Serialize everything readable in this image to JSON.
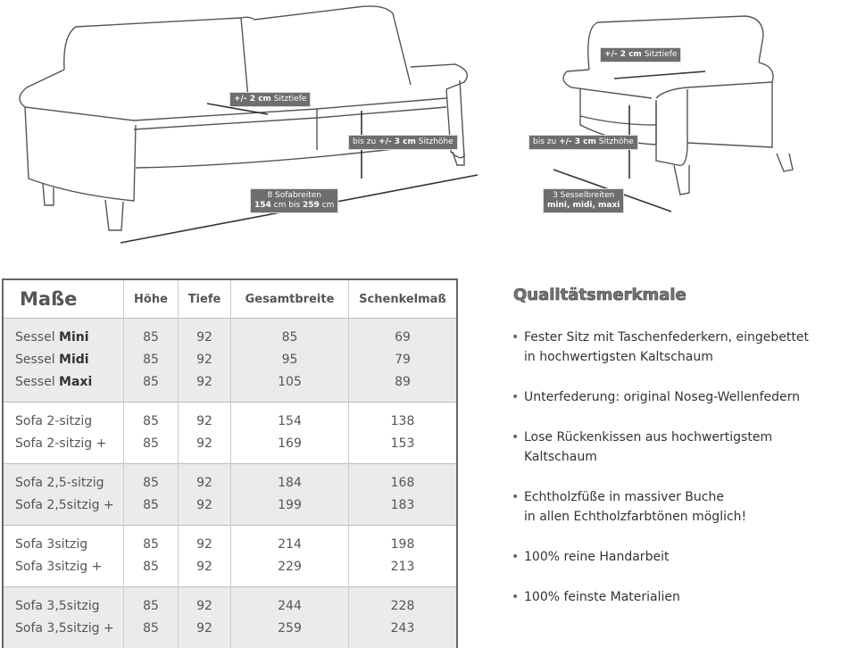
{
  "labels": {
    "sofa_depth": {
      "bold": "+/- 2 cm",
      "text": "Sitztiefe"
    },
    "sofa_height": {
      "pre": "bis zu",
      "bold": "+/- 3 cm",
      "text": "Sitzhöhe"
    },
    "sofa_widths": {
      "line1": "8 Sofabreiten",
      "bold1": "154",
      "mid": "cm bis",
      "bold2": "259",
      "end": "cm"
    },
    "chair_depth": {
      "bold": "+/- 2 cm",
      "text": "Sitztiefe"
    },
    "chair_height": {
      "pre": "bis zu",
      "bold": "+/- 3 cm",
      "text": "Sitzhöhe"
    },
    "chair_widths": {
      "line1": "3 Sesselbreiten",
      "line2": "mini, midi, maxi"
    }
  },
  "table": {
    "headers": [
      "Maße",
      "Höhe",
      "Tiefe",
      "Gesamtbreite",
      "Schenkelmaß"
    ],
    "groups": [
      {
        "rows": [
          [
            "Sessel",
            "Mini",
            "85",
            "92",
            "85",
            "69"
          ],
          [
            "Sessel",
            "Midi",
            "85",
            "92",
            "95",
            "79"
          ],
          [
            "Sessel",
            "Maxi",
            "85",
            "92",
            "105",
            "89"
          ]
        ]
      },
      {
        "rows": [
          [
            "Sofa 2-sitzig",
            "",
            "85",
            "92",
            "154",
            "138"
          ],
          [
            "Sofa 2-sitzig +",
            "",
            "85",
            "92",
            "169",
            "153"
          ]
        ]
      },
      {
        "rows": [
          [
            "Sofa 2,5-sitzig",
            "",
            "85",
            "92",
            "184",
            "168"
          ],
          [
            "Sofa 2,5sitzig +",
            "",
            "85",
            "92",
            "199",
            "183"
          ]
        ]
      },
      {
        "rows": [
          [
            "Sofa 3sitzig",
            "",
            "85",
            "92",
            "214",
            "198"
          ],
          [
            "Sofa 3sitzig +",
            "",
            "85",
            "92",
            "229",
            "213"
          ]
        ]
      },
      {
        "rows": [
          [
            "Sofa 3,5sitzig",
            "",
            "85",
            "92",
            "244",
            "228"
          ],
          [
            "Sofa 3,5sitzig +",
            "",
            "85",
            "92",
            "259",
            "243"
          ]
        ]
      }
    ]
  },
  "quality": {
    "title": "Qualitätsmerkmale",
    "items": [
      [
        "Fester Sitz mit Taschenfederkern, eingebettet",
        "in hochwertigsten Kaltschaum"
      ],
      [
        "Unterfederung: original Noseg-Wellenfedern"
      ],
      [
        "Lose Rückenkissen aus hochwertigstem",
        "Kaltschaum"
      ],
      [
        "Echtholzfüße in massiver Buche",
        "in allen Echtholzfarbtönen möglich!"
      ],
      [
        "100% reine Handarbeit"
      ],
      [
        "100% feinste Materialien"
      ]
    ]
  }
}
